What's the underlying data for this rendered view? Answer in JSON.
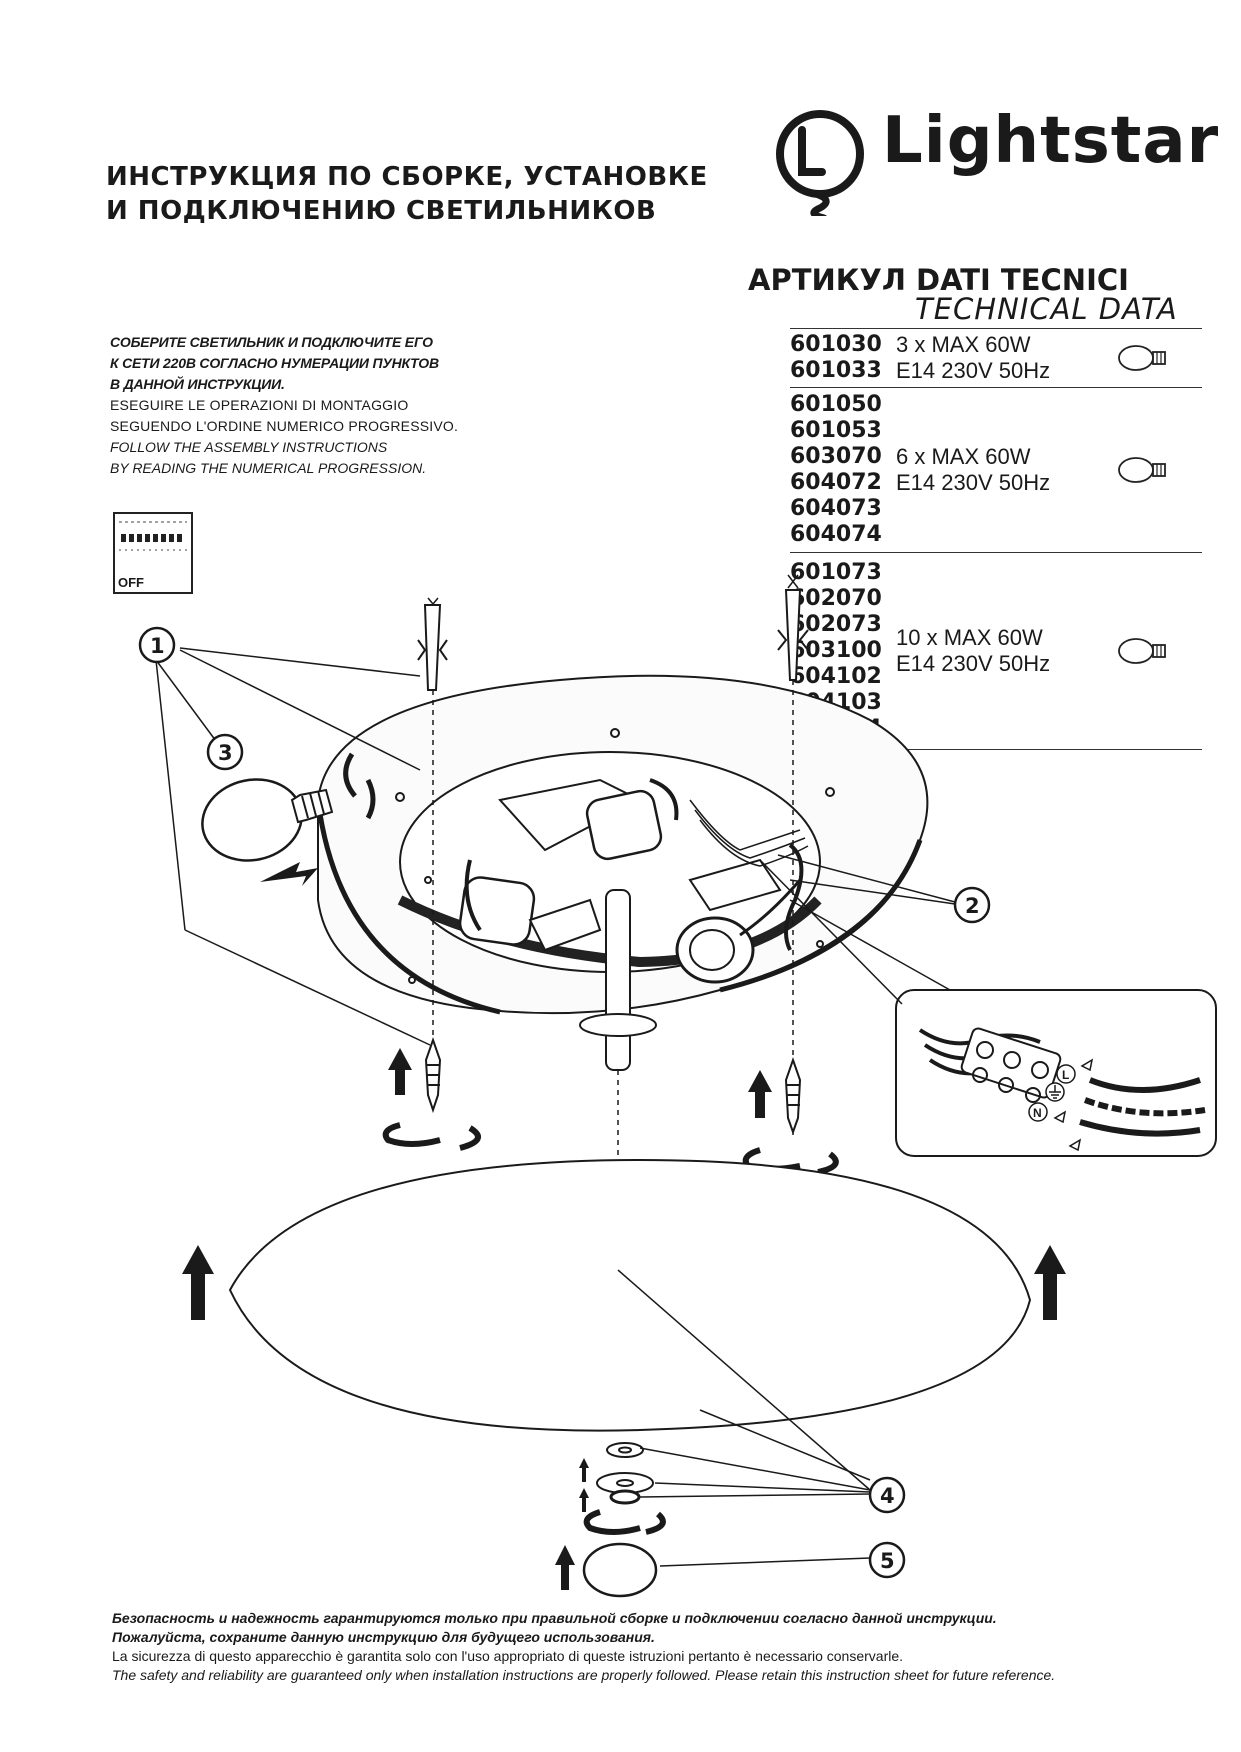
{
  "title": {
    "line1": "ИНСТРУКЦИЯ ПО СБОРКЕ, УСТАНОВКЕ",
    "line2": "И ПОДКЛЮЧЕНИЮ СВЕТИЛЬНИКОВ"
  },
  "brand": {
    "name": "Lightstar",
    "logo_icon": "lightstar-bulb-logo"
  },
  "specs": {
    "header_ru_it": "АРТИКУЛ DATI TECNICI",
    "header_en": "TECHNICAL DATA",
    "groups": [
      {
        "codes": [
          "601030",
          "601033"
        ],
        "line1": "3 x MAX 60W",
        "line2": "E14 230V 50Hz",
        "icon": "bulb-icon"
      },
      {
        "codes": [
          "601050",
          "601053",
          "603070",
          "604072",
          "604073",
          "604074"
        ],
        "line1": "6 x MAX 60W",
        "line2": "E14 230V 50Hz",
        "icon": "bulb-icon"
      },
      {
        "codes": [
          "601073",
          "602070",
          "602073",
          "603100",
          "604102",
          "604103",
          "604104"
        ],
        "line1": "10 x MAX 60W",
        "line2": "E14 230V 50Hz",
        "icon": "bulb-icon"
      }
    ]
  },
  "instructions": {
    "ru": [
      "СОБЕРИТЕ СВЕТИЛЬНИК И ПОДКЛЮЧИТЕ ЕГО",
      "К СЕТИ 220В СОГЛАСНО НУМЕРАЦИИ ПУНКТОВ",
      "В ДАННОЙ ИНСТРУКЦИИ."
    ],
    "it": [
      "ESEGUIRE LE OPERAZIONI DI MONTAGGIO",
      "SEGUENDO L'ORDINE NUMERICO PROGRESSIVO."
    ],
    "en": [
      "FOLLOW THE ASSEMBLY INSTRUCTIONS",
      "BY READING THE NUMERICAL PROGRESSION."
    ]
  },
  "switch": {
    "label": "OFF",
    "icon": "breaker-panel-icon"
  },
  "diagram": {
    "markers": [
      "1",
      "2",
      "3",
      "4",
      "5"
    ],
    "terminal_labels": {
      "live": "L",
      "neutral": "N"
    },
    "icons": [
      "ceiling-plate",
      "lamp-socket-icon",
      "bulb-icon",
      "screw-icon",
      "wall-plug-icon",
      "rotate-arrow-icon",
      "up-arrow-icon",
      "terminal-block-icon",
      "ground-symbol-icon",
      "glass-shade",
      "finial-cap"
    ]
  },
  "footer": {
    "ru1": "Безопасность и надежность гарантируются только при правильной сборке и подключении согласно данной инструкции.",
    "ru2": "Пожалуйста, сохраните данную инструкцию для будущего использования.",
    "it": "La sicurezza di questo apparecchio è garantita solo con l'uso appropriato di queste istruzioni pertanto è necessario conservarle.",
    "en": "The safety and reliability are guaranteed only when installation instructions are properly followed. Please retain this instruction sheet for future reference."
  }
}
